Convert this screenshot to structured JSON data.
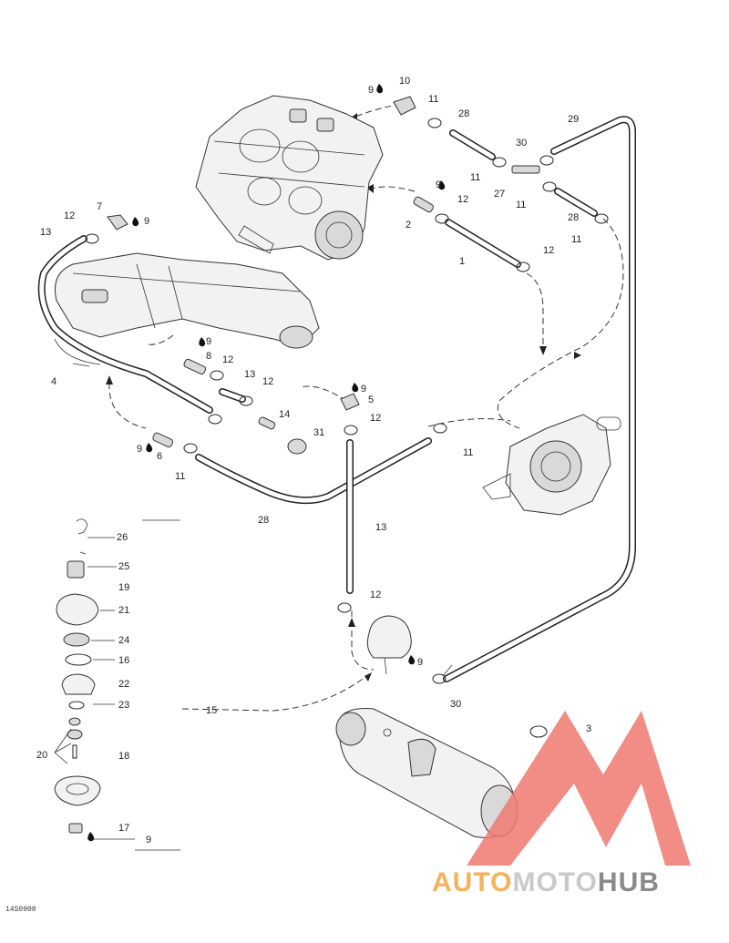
{
  "callouts": [
    {
      "id": "c10",
      "text": "10"
    },
    {
      "id": "c9a",
      "text": "9"
    },
    {
      "id": "c11a",
      "text": "11"
    },
    {
      "id": "c28a",
      "text": "28"
    },
    {
      "id": "c29",
      "text": "29"
    },
    {
      "id": "c30a",
      "text": "30"
    },
    {
      "id": "c11b",
      "text": "11"
    },
    {
      "id": "c27",
      "text": "27"
    },
    {
      "id": "c11c",
      "text": "11"
    },
    {
      "id": "c28b",
      "text": "28"
    },
    {
      "id": "c11d",
      "text": "11"
    },
    {
      "id": "c9b",
      "text": "9"
    },
    {
      "id": "c12a",
      "text": "12"
    },
    {
      "id": "c2",
      "text": "2"
    },
    {
      "id": "c1",
      "text": "1"
    },
    {
      "id": "c12b",
      "text": "12"
    },
    {
      "id": "c7",
      "text": "7"
    },
    {
      "id": "c12c",
      "text": "12"
    },
    {
      "id": "c9c",
      "text": "9"
    },
    {
      "id": "c13a",
      "text": "13"
    },
    {
      "id": "c9d",
      "text": "9"
    },
    {
      "id": "c8",
      "text": "8"
    },
    {
      "id": "c12d",
      "text": "12"
    },
    {
      "id": "c13b",
      "text": "13"
    },
    {
      "id": "c12e",
      "text": "12"
    },
    {
      "id": "c4",
      "text": "4"
    },
    {
      "id": "c14",
      "text": "14"
    },
    {
      "id": "c9e",
      "text": "9"
    },
    {
      "id": "c5",
      "text": "5"
    },
    {
      "id": "c12f",
      "text": "12"
    },
    {
      "id": "c31",
      "text": "31"
    },
    {
      "id": "c9f",
      "text": "9"
    },
    {
      "id": "c6",
      "text": "6"
    },
    {
      "id": "c11e",
      "text": "11"
    },
    {
      "id": "c11f",
      "text": "11"
    },
    {
      "id": "c28c",
      "text": "28"
    },
    {
      "id": "c13c",
      "text": "13"
    },
    {
      "id": "c26",
      "text": "26"
    },
    {
      "id": "c25",
      "text": "25"
    },
    {
      "id": "c19",
      "text": "19"
    },
    {
      "id": "c21",
      "text": "21"
    },
    {
      "id": "c24",
      "text": "24"
    },
    {
      "id": "c16",
      "text": "16"
    },
    {
      "id": "c22",
      "text": "22"
    },
    {
      "id": "c23",
      "text": "23"
    },
    {
      "id": "c15",
      "text": "15"
    },
    {
      "id": "c20",
      "text": "20"
    },
    {
      "id": "c18",
      "text": "18"
    },
    {
      "id": "c17",
      "text": "17"
    },
    {
      "id": "c9g",
      "text": "9"
    },
    {
      "id": "c12g",
      "text": "12"
    },
    {
      "id": "c9h",
      "text": "9"
    },
    {
      "id": "c30b",
      "text": "30"
    },
    {
      "id": "c3",
      "text": "3"
    }
  ],
  "drawing_code": "14S0908",
  "watermark": {
    "part1": "AUTO",
    "part2": "MOTO",
    "part3": "HUB",
    "colors": {
      "triangle": "#f07a70",
      "auto": "#f5b25c",
      "hub": "#8a8a8a"
    }
  }
}
